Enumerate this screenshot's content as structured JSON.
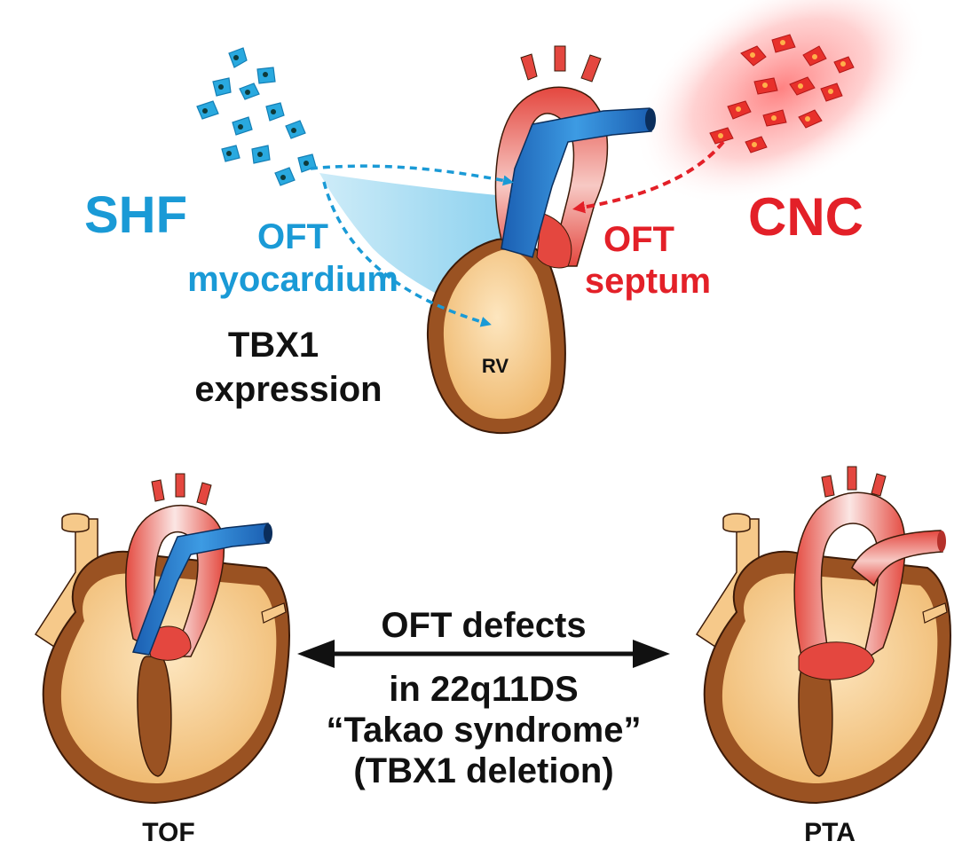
{
  "labels": {
    "shf": "SHF",
    "cnc": "CNC",
    "oft_myocardium_line1": "OFT",
    "oft_myocardium_line2": "myocardium",
    "oft_septum_line1": "OFT",
    "oft_septum_line2": "septum",
    "tbx1_line1": "TBX1",
    "tbx1_line2": "expression",
    "rv": "RV",
    "defects_line1": "OFT defects",
    "defects_line2": "in 22q11DS",
    "defects_line3": "“Takao syndrome”",
    "defects_line4": "(TBX1 deletion)",
    "tof": "TOF",
    "pta": "PTA"
  },
  "colors": {
    "shf_blue": "#1a9ad6",
    "cnc_red": "#e32028",
    "text_black": "#111111",
    "heart_tan": "#f6c98a",
    "heart_brown": "#9a5222",
    "vessel_blue": "#1f6fc0",
    "vessel_red": "#e4473f"
  }
}
